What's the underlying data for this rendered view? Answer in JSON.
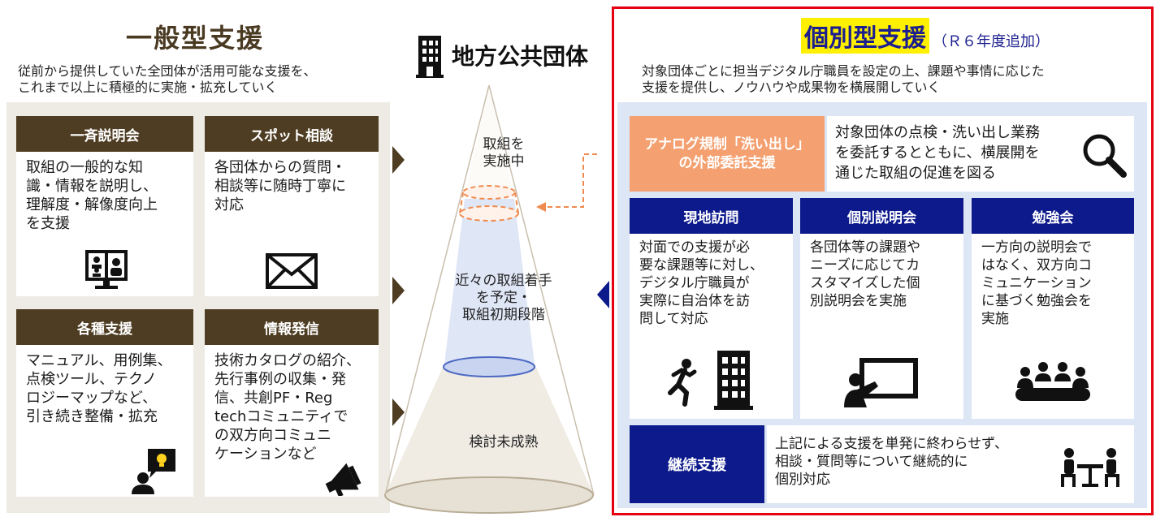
{
  "general": {
    "title": "一般型支援",
    "desc_line1": "従前から提供していた全団体が活用可能な支援を、",
    "desc_line2": "これまで以上に積極的に実施・拡充していく",
    "cards": [
      {
        "title": "一斉説明会",
        "lines": [
          "取組の一般的な知",
          "識・情報を説明し、",
          "理解度・解像度向上",
          "を支援"
        ],
        "icon": "video-conference-icon"
      },
      {
        "title": "スポット相談",
        "lines": [
          "各団体からの質問・",
          "相談等に随時丁寧に",
          "対応"
        ],
        "icon": "mail-envelope-icon"
      },
      {
        "title": "各種支援",
        "lines": [
          "マニュアル、用例集、",
          "点検ツール、テクノ",
          "ロジーマップなど、",
          "引き続き整備・拡充"
        ],
        "icon": "person-idea-icon"
      },
      {
        "title": "情報発信",
        "lines": [
          "技術カタログの紹介、",
          "先行事例の収集・発",
          "信、共創PF・Reg",
          "techコミュニティで",
          "の双方向コミュニ",
          "ケーションなど"
        ],
        "icon": "megaphone-icon"
      }
    ]
  },
  "municipality": {
    "title": "地方公共団体",
    "icon": "building-icon",
    "stage_top_l1": "取組を",
    "stage_top_l2": "実施中",
    "stage_mid_l1": "近々の取組着手",
    "stage_mid_l2": "を予定・",
    "stage_mid_l3": "取組初期段階",
    "stage_bottom": "検討未成熟"
  },
  "individual": {
    "title": "個別型支援",
    "title_note": "（Ｒ６年度追加）",
    "desc_line1": "対象団体ごとに担当デジタル庁職員を設定の上、課題や事情に応じた",
    "desc_line2": "支援を提供し、ノウハウや成果物を横展開していく",
    "analog": {
      "head_l1": "アナログ規制「洗い出し」",
      "head_l2": "の外部委託支援",
      "lines": [
        "対象団体の点検・洗い出し業務",
        "を委託するとともに、横展開を",
        "通じた取組の促進を図る"
      ],
      "icon": "magnifier-icon"
    },
    "boxes": [
      {
        "title": "現地訪問",
        "lines": [
          "対面での支援が必",
          "要な課題等に対し、",
          "デジタル庁職員が",
          "実際に自治体を訪",
          "問して対応"
        ],
        "icon": "runner-building-icon"
      },
      {
        "title": "個別説明会",
        "lines": [
          "各団体等の課題や",
          "ニーズに応じてカ",
          "スタマイズした個",
          "別説明会を実施"
        ],
        "icon": "presentation-board-icon"
      },
      {
        "title": "勉強会",
        "lines": [
          "一方向の説明会で",
          "はなく、双方向コ",
          "ミュニケーション",
          "に基づく勉強会を",
          "実施"
        ],
        "icon": "group-meeting-icon"
      }
    ],
    "continuous": {
      "title": "継続支援",
      "lines": [
        "上記による支援を単発に終わらせず、",
        "相談・質問等について継続的に",
        "個別対応"
      ],
      "icon": "consultation-table-icon"
    }
  },
  "colors": {
    "general_header": "#4e3d22",
    "general_panel": "#eeebe4",
    "individual_header": "#0d1a8c",
    "individual_panel": "#dde6f5",
    "analog_header": "#f4a070",
    "frame_red": "#e60012",
    "title_highlight": "#ffef00"
  }
}
